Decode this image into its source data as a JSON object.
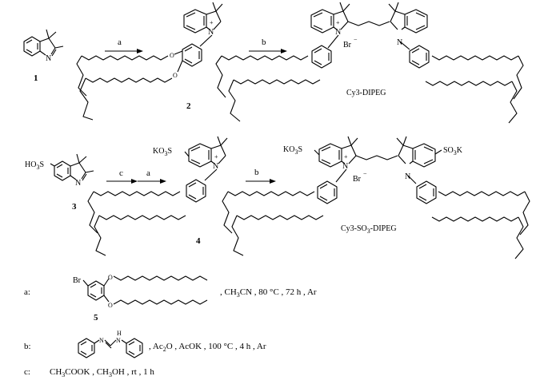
{
  "compounds": {
    "c1": "1",
    "c2": "2",
    "c3": "3",
    "c4": "4",
    "c5": "5",
    "dye1": "Cy3-DIPEG",
    "dye2_a": "Cy3-SO",
    "dye2_sub": "3",
    "dye2_b": "-DIPEG"
  },
  "atoms": {
    "N": "N",
    "plus": "+",
    "br_anion": "Br",
    "minus": "−",
    "br_atom": "Br",
    "o": "O",
    "ho3s": "HO",
    "ho3s_sub": "3",
    "ho3s_s": "S",
    "ko3s": "KO",
    "ko3s_sub": "3",
    "ko3s_s": "S",
    "so3k_a": "SO",
    "so3k_sub": "3",
    "so3k_k": "K"
  },
  "arrows": {
    "a1": "a",
    "b1": "b",
    "c": "c",
    "a2": "a",
    "b2": "b"
  },
  "conditions": {
    "a_label": "a:",
    "a_text_pre": ", CH",
    "a_text_sub": "3",
    "a_text_post": "CN , 80 °C , 72 h , Ar",
    "b_label": "b:",
    "b_text_pre": ", Ac",
    "b_text_sub": "2",
    "b_text_post": "O , AcOK , 100 °C , 4 h , Ar",
    "c_label": "c:",
    "c_text_1": "CH",
    "c_text_sub1": "3",
    "c_text_2": "COOK , CH",
    "c_text_sub2": "3",
    "c_text_3": "OH , rt , 1 h",
    "h_label": "H"
  }
}
